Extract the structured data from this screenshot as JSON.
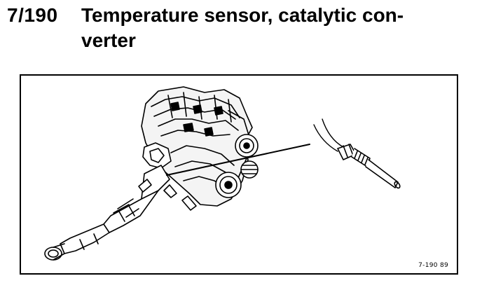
{
  "section": {
    "number": "7/190",
    "title_line_1": "Temperature sensor, catalytic con-",
    "title_line_2": "verter"
  },
  "figure": {
    "code": "7-190 89"
  }
}
